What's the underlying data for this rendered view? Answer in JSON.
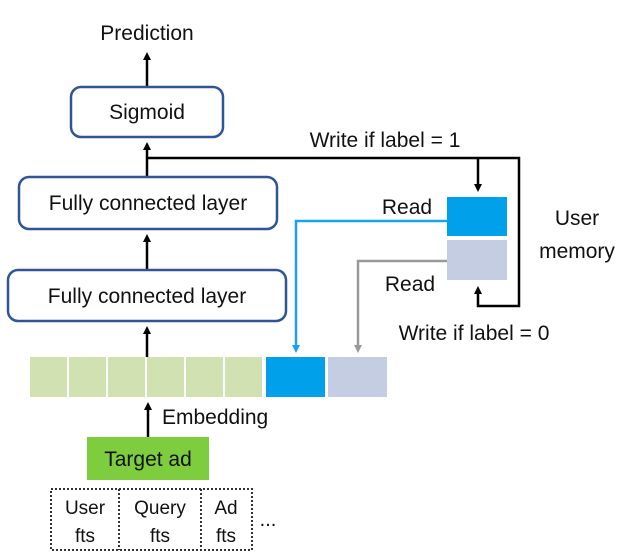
{
  "colors": {
    "layer_border": "#2f5597",
    "embed_green": "#d1e1b2",
    "memory_pos_blue": "#00a0ea",
    "memory_neg_gray": "#c5cde2",
    "target_green": "#7ecd3e",
    "read_blue_line": "#1aa3ec",
    "read_gray_line": "#999999",
    "arrow": "#000000"
  },
  "labels": {
    "prediction": "Prediction",
    "sigmoid": "Sigmoid",
    "fc_upper": "Fully connected layer",
    "fc_lower": "Fully connected layer",
    "write_pos": "Write if label = 1",
    "write_neg": "Write if label = 0",
    "read_pos": "Read",
    "read_neg": "Read",
    "user_memory_line1": "User",
    "user_memory_line2": "memory",
    "embedding": "Embedding",
    "target_ad": "Target ad",
    "ellipsis": "..."
  },
  "embedding": {
    "green_cell_count": 6,
    "memory_cells": [
      "positive-memory",
      "negative-memory"
    ]
  },
  "features": [
    {
      "line1": "User",
      "line2": "fts"
    },
    {
      "line1": "Query",
      "line2": "fts"
    },
    {
      "line1": "Ad",
      "line2": "fts"
    }
  ]
}
